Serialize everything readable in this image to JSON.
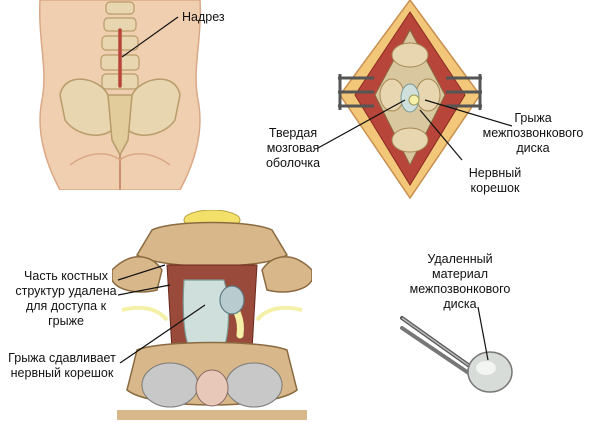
{
  "labels": {
    "incision": "Надрез",
    "dura": [
      "Твердая",
      "мозговая",
      "оболочка"
    ],
    "herniation": [
      "Грыжа",
      "межпозвонкового",
      "диска"
    ],
    "nerve_root": [
      "Нервный",
      "корешок"
    ],
    "bone_removed": [
      "Часть костных",
      "структур удалена",
      "для доступа к",
      "грыже"
    ],
    "herniation_compresses": [
      "Грыжа сдавливает",
      "нервный корешок"
    ],
    "removed_material": [
      "Удаленный",
      "материал",
      "межпозвонкового",
      "диска"
    ]
  },
  "colors": {
    "skin": "#f0cfb0",
    "skin_shadow": "#d9a886",
    "bone": "#e8d6b0",
    "bone_dark": "#b89c6a",
    "muscle": "#b8453a",
    "fat": "#f2c77a",
    "dura": "#cfe0dc",
    "nerve": "#f5f0a8",
    "retractor": "#555555",
    "line": "#111111"
  },
  "icons": [
    "back-illustration",
    "surgical-field",
    "laminotomy-view",
    "forceps-icon"
  ]
}
